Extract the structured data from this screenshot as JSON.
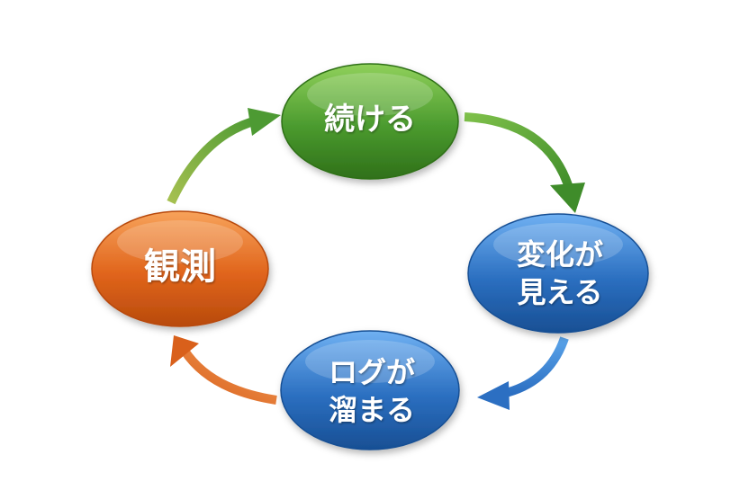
{
  "diagram": {
    "type": "cycle",
    "direction": "clockwise",
    "nodes": [
      {
        "id": "continue",
        "lines": [
          "続ける"
        ],
        "color": "#4a9a2e"
      },
      {
        "id": "change",
        "lines": [
          "変化が",
          "見える"
        ],
        "color": "#2b6fc0"
      },
      {
        "id": "log",
        "lines": [
          "ログが",
          "溜まる"
        ],
        "color": "#2b6fc0"
      },
      {
        "id": "observe",
        "lines": [
          "観測"
        ],
        "color": "#e0641b"
      }
    ],
    "edges": [
      {
        "from": "continue",
        "to": "change",
        "color": "#4a9a2e"
      },
      {
        "from": "change",
        "to": "log",
        "color": "#3a87d6"
      },
      {
        "from": "log",
        "to": "observe",
        "color": "#e0762e"
      },
      {
        "from": "observe",
        "to": "continue",
        "color": "#6aa23a"
      }
    ]
  }
}
